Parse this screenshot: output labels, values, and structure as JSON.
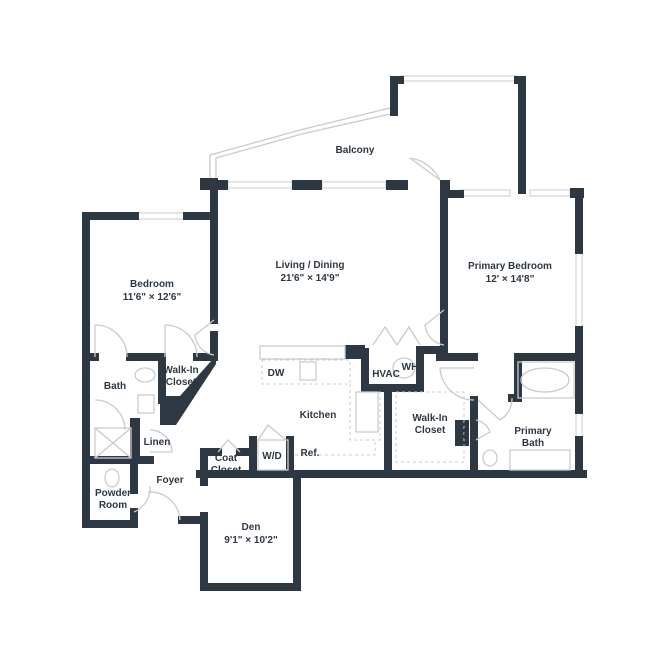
{
  "plan": {
    "wall_color": "#2e3843",
    "rooms": {
      "balcony": {
        "name": "Balcony"
      },
      "living": {
        "name": "Living / Dining",
        "size": "21'6\" × 14'9\""
      },
      "bedroom": {
        "name": "Bedroom",
        "size": "11'6\" × 12'6\""
      },
      "primary_bedroom": {
        "name": "Primary Bedroom",
        "size": "12' × 14'8\""
      },
      "walkin_closet_1": {
        "line1": "Walk-In",
        "line2": "Closet"
      },
      "bath": {
        "name": "Bath"
      },
      "linen_1": {
        "name": "Linen"
      },
      "dw": {
        "name": "DW"
      },
      "hvac": {
        "name": "HVAC"
      },
      "wh": {
        "name": "WH"
      },
      "kitchen": {
        "name": "Kitchen"
      },
      "walkin_closet_2": {
        "line1": "Walk-In",
        "line2": "Closet"
      },
      "linen_2": {
        "name": "Linen"
      },
      "primary_bath": {
        "line1": "Primary",
        "line2": "Bath"
      },
      "coat_closet": {
        "line1": "Coat",
        "line2": "Closet"
      },
      "wd": {
        "name": "W/D"
      },
      "ref": {
        "name": "Ref."
      },
      "foyer": {
        "name": "Foyer"
      },
      "powder_room": {
        "line1": "Powder",
        "line2": "Room"
      },
      "den": {
        "name": "Den",
        "size": "9'1\" × 10'2\""
      }
    }
  }
}
